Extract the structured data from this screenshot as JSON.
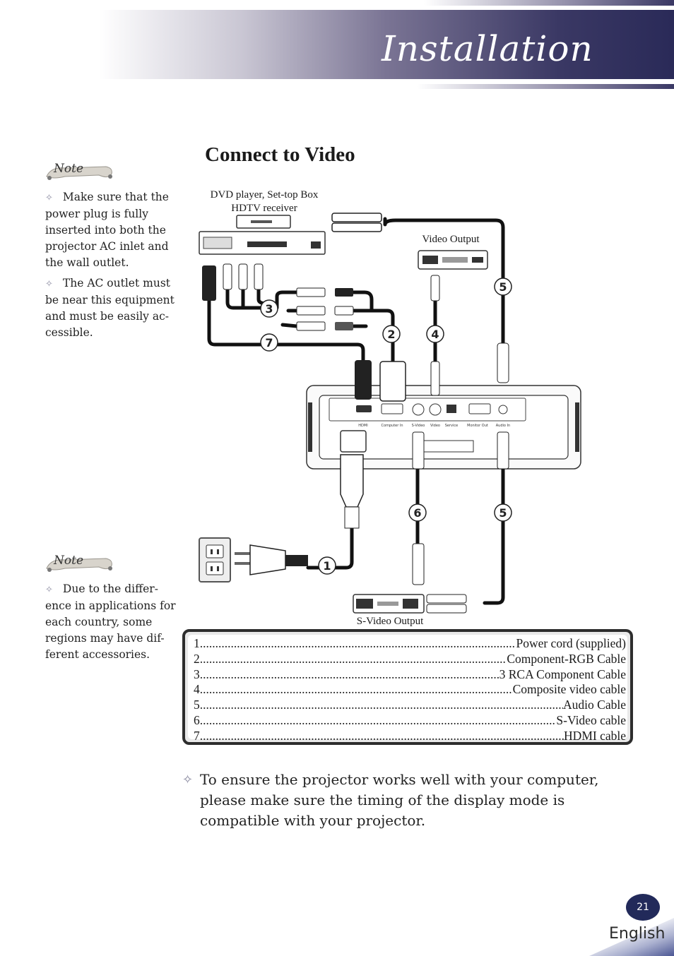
{
  "header": {
    "title": "Installation"
  },
  "section": {
    "title": "Connect to Video"
  },
  "note1": {
    "badge": "Note",
    "items": [
      "Make sure that the power plug is fully inserted into both the projector AC inlet and the wall outlet.",
      "The AC outlet must be near this equipment and must be easily ac-cessible."
    ]
  },
  "note2": {
    "badge": "Note",
    "items": [
      "Due to the differ-ence in applications for each country, some regions may have dif-ferent accessories."
    ]
  },
  "diagram": {
    "source_label_1": "DVD player, Set-top Box",
    "source_label_2": "HDTV receiver",
    "video_output_label": "Video Output",
    "svideo_output_label": "S-Video Output",
    "port_labels": [
      "HDMI",
      "Computer In",
      "S-Video",
      "Video",
      "Service",
      "Monitor Out",
      "Audio In"
    ],
    "callouts": [
      "3",
      "7",
      "2",
      "4",
      "5",
      "6",
      "5",
      "1"
    ]
  },
  "legend": {
    "items": [
      {
        "num": "1",
        "name": "Power cord (supplied)"
      },
      {
        "num": "2",
        "name": "Component-RGB Cable"
      },
      {
        "num": "3",
        "name": "3 RCA Component Cable"
      },
      {
        "num": "4",
        "name": "Composite video cable"
      },
      {
        "num": "5",
        "name": "Audio Cable"
      },
      {
        "num": "6",
        "name": "S-Video cable"
      },
      {
        "num": "7",
        "name": "HDMI cable"
      }
    ]
  },
  "bottom_note": "To ensure the projector works well with your computer, please make sure the timing of the display mode is compatible with your projector.",
  "footer": {
    "page_number": "21",
    "language": "English"
  }
}
